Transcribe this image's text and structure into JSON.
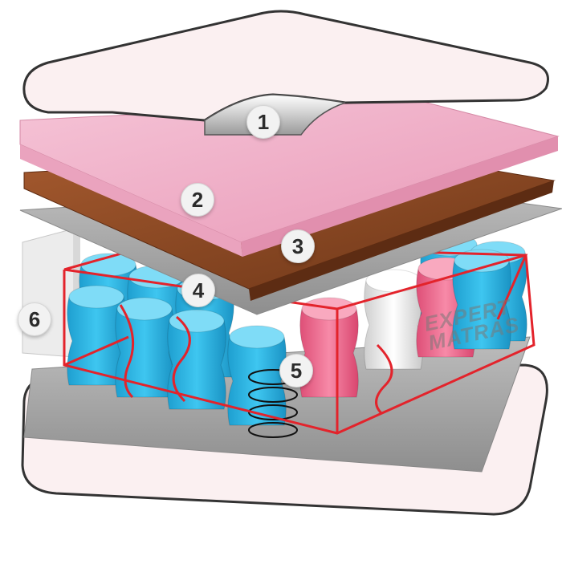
{
  "labels": [
    "1",
    "2",
    "3",
    "4",
    "5",
    "6"
  ],
  "watermark": {
    "line1": "EXPERT",
    "line2": "MATRAS"
  },
  "colors": {
    "cover": "#fbf0f1",
    "cover_edge": "#333333",
    "foam": "#f1b5cc",
    "coir": "#8a4a26",
    "felt": "#9e9e9e",
    "spring_blue": "#2bb6e6",
    "spring_pink": "#ef6e92",
    "spring_white": "#f1f1f1",
    "frame": "#e3232b"
  }
}
